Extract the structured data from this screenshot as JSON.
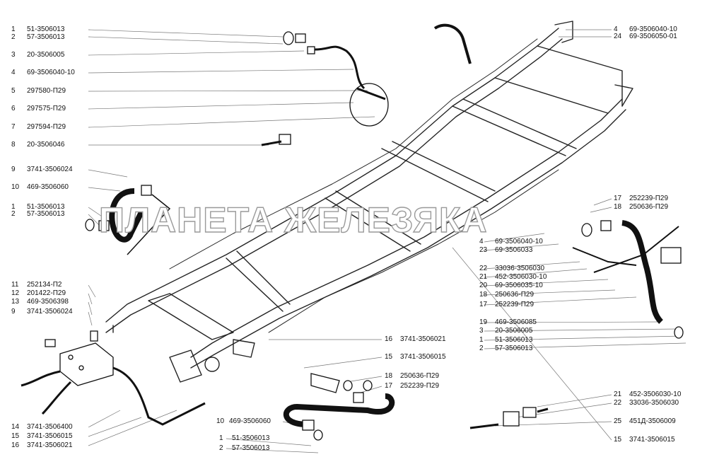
{
  "watermark": "ПЛАНЕТА ЖЕЛЕЗЯКА",
  "callouts": [
    {
      "num": "1",
      "code": "51-3506013"
    },
    {
      "num": "2",
      "code": "57-3506013"
    },
    {
      "num": "3",
      "code": "20-3506005"
    },
    {
      "num": "4",
      "code": "69-3506040-10"
    },
    {
      "num": "5",
      "code": "297580-П29"
    },
    {
      "num": "6",
      "code": "297575-П29"
    },
    {
      "num": "7",
      "code": "297594-П29"
    },
    {
      "num": "8",
      "code": "20-3506046"
    },
    {
      "num": "9",
      "code": "3741-3506024"
    },
    {
      "num": "10",
      "code": "469-3506060"
    },
    {
      "num": "1",
      "code": "51-3506013"
    },
    {
      "num": "2",
      "code": "57-3506013"
    },
    {
      "num": "11",
      "code": "252134-П2"
    },
    {
      "num": "12",
      "code": "201422-П29"
    },
    {
      "num": "13",
      "code": "469-3506398"
    },
    {
      "num": "9",
      "code": "3741-3506024"
    },
    {
      "num": "14",
      "code": "3741-3506400"
    },
    {
      "num": "15",
      "code": "3741-3506015"
    },
    {
      "num": "16",
      "code": "3741-3506021"
    },
    {
      "num": "10",
      "code": "469-3506060"
    },
    {
      "num": "1",
      "code": "51-3506013"
    },
    {
      "num": "2",
      "code": "57-3506013"
    },
    {
      "num": "16",
      "code": "3741-3506021"
    },
    {
      "num": "15",
      "code": "3741-3506015"
    },
    {
      "num": "18",
      "code": "250636-П29"
    },
    {
      "num": "17",
      "code": "252239-П29"
    },
    {
      "num": "4",
      "code": "69-3506040-10"
    },
    {
      "num": "24",
      "code": "69-3506050-01"
    },
    {
      "num": "17",
      "code": "252239-П29"
    },
    {
      "num": "18",
      "code": "250636-П29"
    },
    {
      "num": "4",
      "code": "69-3506040-10"
    },
    {
      "num": "23",
      "code": "69-3506033"
    },
    {
      "num": "22",
      "code": "33036-3506030"
    },
    {
      "num": "21",
      "code": "452-3506030-10"
    },
    {
      "num": "20",
      "code": "69-3506035-10"
    },
    {
      "num": "18",
      "code": "250636-П29"
    },
    {
      "num": "17",
      "code": "252239-П29"
    },
    {
      "num": "19",
      "code": "469-3506085"
    },
    {
      "num": "3",
      "code": "20-3506005"
    },
    {
      "num": "1",
      "code": "51-3506013"
    },
    {
      "num": "2",
      "code": "57-3506013"
    },
    {
      "num": "21",
      "code": "452-3506030-10"
    },
    {
      "num": "22",
      "code": "33036-3506030"
    },
    {
      "num": "25",
      "code": "451Д-3506009"
    },
    {
      "num": "15",
      "code": "3741-3506015"
    }
  ]
}
